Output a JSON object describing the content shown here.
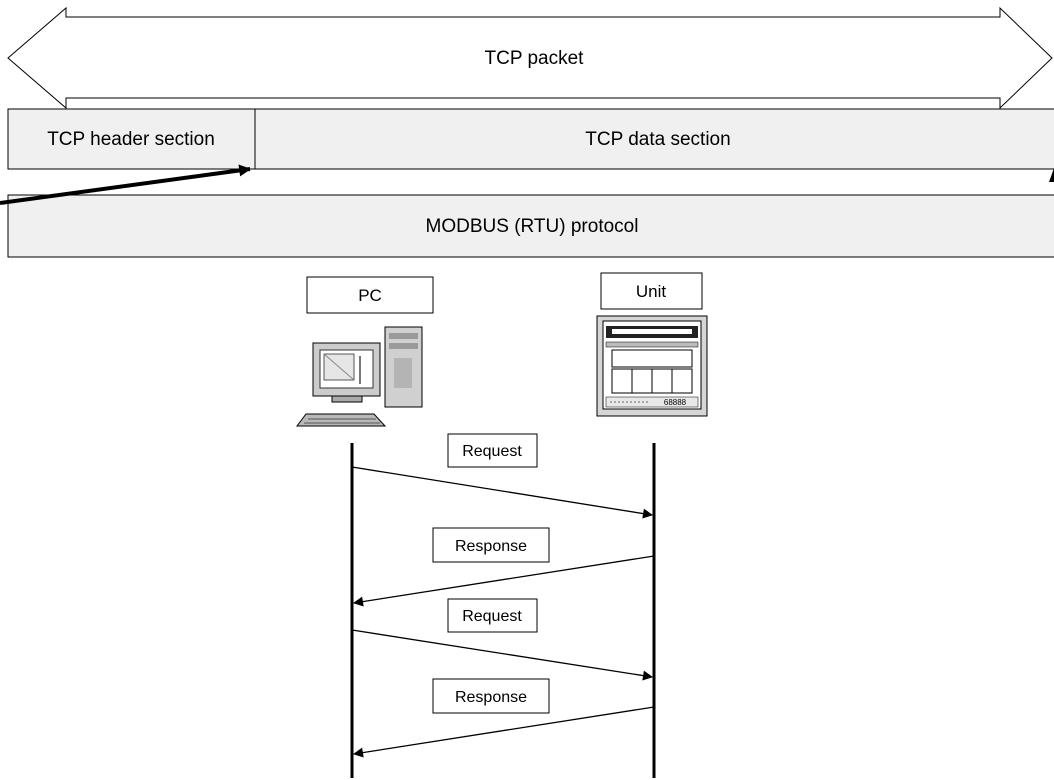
{
  "packet": {
    "label": "TCP packet",
    "header_label": "TCP header section",
    "data_label": "TCP data section"
  },
  "protocol": {
    "label": "MODBUS (RTU) protocol"
  },
  "devices": {
    "pc_label": "PC",
    "unit_label": "Unit",
    "unit_keypad_text": "68888"
  },
  "messages": [
    {
      "label": "Request",
      "direction": "pc-to-unit"
    },
    {
      "label": "Response",
      "direction": "unit-to-pc"
    },
    {
      "label": "Request",
      "direction": "pc-to-unit"
    },
    {
      "label": "Response",
      "direction": "unit-to-pc"
    }
  ],
  "colors": {
    "box_fill": "#f0f0f0",
    "stroke": "#000000"
  }
}
